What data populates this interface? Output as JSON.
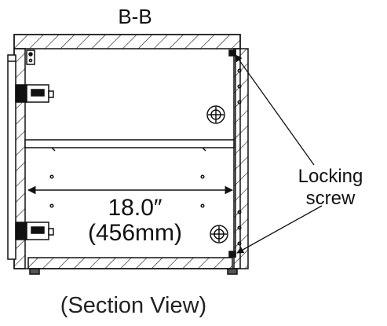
{
  "section_label": "B-B",
  "dimension": {
    "imperial": "18.0″",
    "metric": "(456mm)"
  },
  "callout": {
    "line1": "Locking",
    "line2": "screw"
  },
  "caption": "(Section View)",
  "colors": {
    "stroke": "#111111",
    "background": "#ffffff"
  }
}
